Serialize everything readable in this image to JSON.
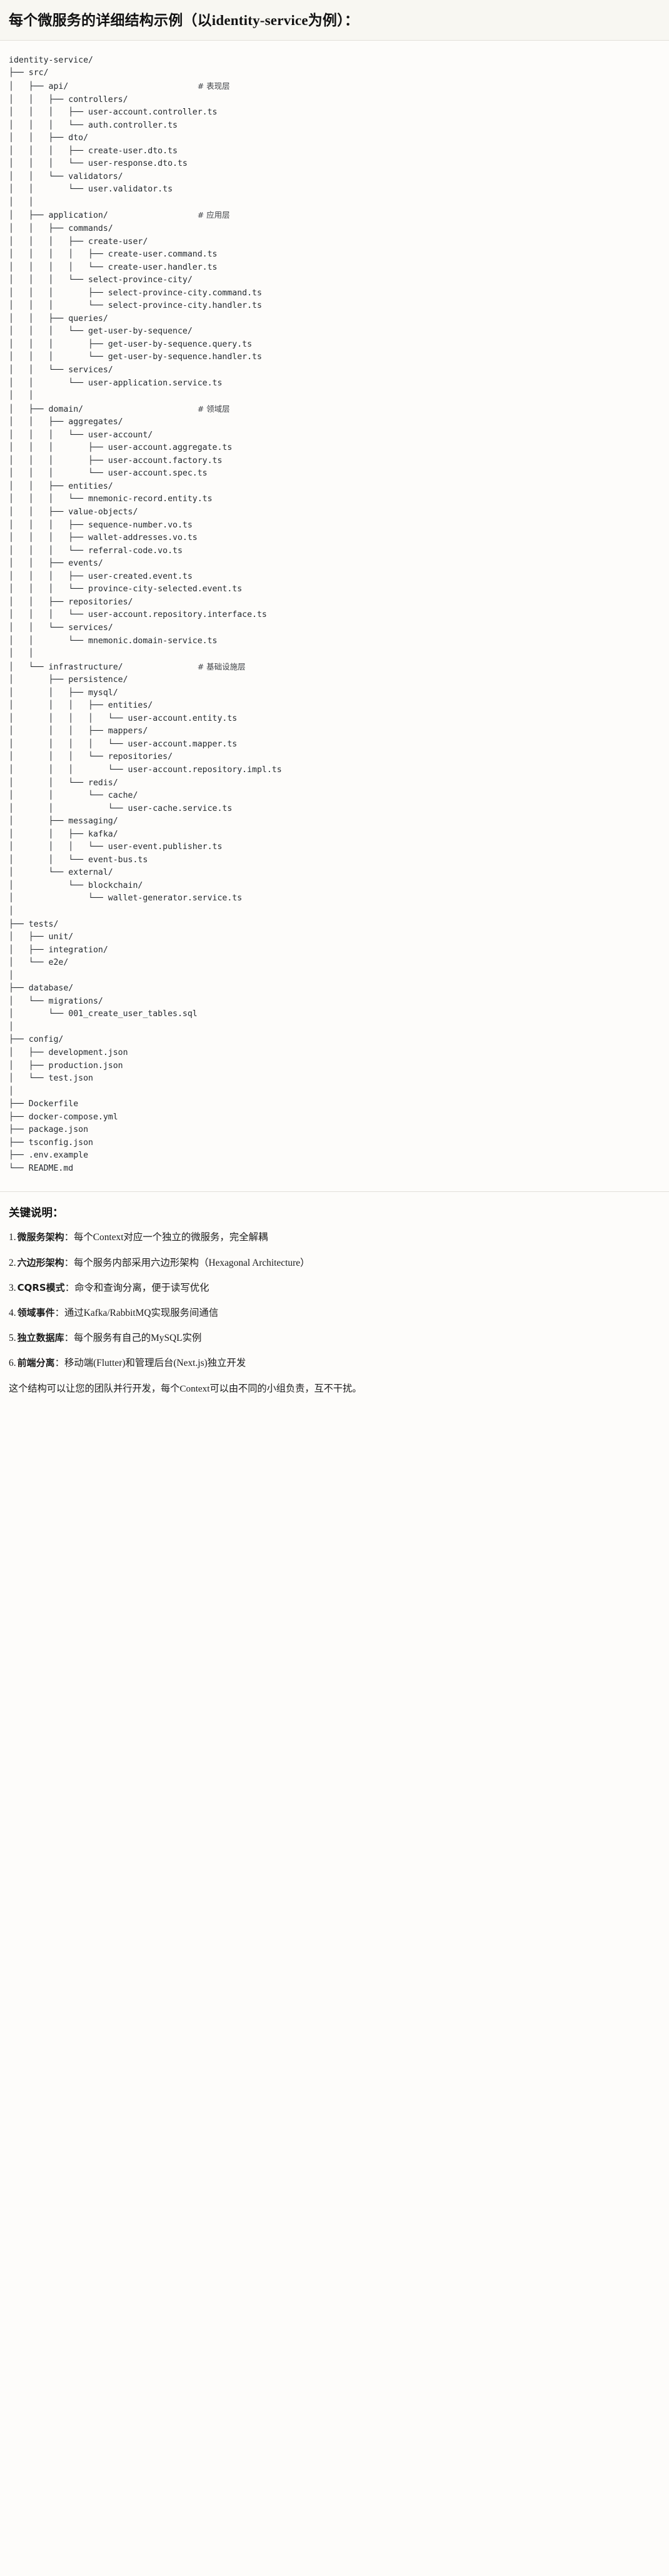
{
  "header": {
    "title": "每个微服务的详细结构示例（以identity-service为例）："
  },
  "tree": {
    "root": "identity-service/",
    "lines": [
      {
        "text": "identity-service/",
        "comment": ""
      },
      {
        "text": "├── src/",
        "comment": ""
      },
      {
        "text": "│   ├── api/",
        "comment": "# 表现层"
      },
      {
        "text": "│   │   ├── controllers/",
        "comment": ""
      },
      {
        "text": "│   │   │   ├── user-account.controller.ts",
        "comment": ""
      },
      {
        "text": "│   │   │   └── auth.controller.ts",
        "comment": ""
      },
      {
        "text": "│   │   ├── dto/",
        "comment": ""
      },
      {
        "text": "│   │   │   ├── create-user.dto.ts",
        "comment": ""
      },
      {
        "text": "│   │   │   └── user-response.dto.ts",
        "comment": ""
      },
      {
        "text": "│   │   └── validators/",
        "comment": ""
      },
      {
        "text": "│   │       └── user.validator.ts",
        "comment": ""
      },
      {
        "text": "│   │",
        "comment": ""
      },
      {
        "text": "│   ├── application/",
        "comment": "# 应用层"
      },
      {
        "text": "│   │   ├── commands/",
        "comment": ""
      },
      {
        "text": "│   │   │   ├── create-user/",
        "comment": ""
      },
      {
        "text": "│   │   │   │   ├── create-user.command.ts",
        "comment": ""
      },
      {
        "text": "│   │   │   │   └── create-user.handler.ts",
        "comment": ""
      },
      {
        "text": "│   │   │   └── select-province-city/",
        "comment": ""
      },
      {
        "text": "│   │   │       ├── select-province-city.command.ts",
        "comment": ""
      },
      {
        "text": "│   │   │       └── select-province-city.handler.ts",
        "comment": ""
      },
      {
        "text": "│   │   ├── queries/",
        "comment": ""
      },
      {
        "text": "│   │   │   └── get-user-by-sequence/",
        "comment": ""
      },
      {
        "text": "│   │   │       ├── get-user-by-sequence.query.ts",
        "comment": ""
      },
      {
        "text": "│   │   │       └── get-user-by-sequence.handler.ts",
        "comment": ""
      },
      {
        "text": "│   │   └── services/",
        "comment": ""
      },
      {
        "text": "│   │       └── user-application.service.ts",
        "comment": ""
      },
      {
        "text": "│   │",
        "comment": ""
      },
      {
        "text": "│   ├── domain/",
        "comment": "# 领域层"
      },
      {
        "text": "│   │   ├── aggregates/",
        "comment": ""
      },
      {
        "text": "│   │   │   └── user-account/",
        "comment": ""
      },
      {
        "text": "│   │   │       ├── user-account.aggregate.ts",
        "comment": ""
      },
      {
        "text": "│   │   │       ├── user-account.factory.ts",
        "comment": ""
      },
      {
        "text": "│   │   │       └── user-account.spec.ts",
        "comment": ""
      },
      {
        "text": "│   │   ├── entities/",
        "comment": ""
      },
      {
        "text": "│   │   │   └── mnemonic-record.entity.ts",
        "comment": ""
      },
      {
        "text": "│   │   ├── value-objects/",
        "comment": ""
      },
      {
        "text": "│   │   │   ├── sequence-number.vo.ts",
        "comment": ""
      },
      {
        "text": "│   │   │   ├── wallet-addresses.vo.ts",
        "comment": ""
      },
      {
        "text": "│   │   │   └── referral-code.vo.ts",
        "comment": ""
      },
      {
        "text": "│   │   ├── events/",
        "comment": ""
      },
      {
        "text": "│   │   │   ├── user-created.event.ts",
        "comment": ""
      },
      {
        "text": "│   │   │   └── province-city-selected.event.ts",
        "comment": ""
      },
      {
        "text": "│   │   ├── repositories/",
        "comment": ""
      },
      {
        "text": "│   │   │   └── user-account.repository.interface.ts",
        "comment": ""
      },
      {
        "text": "│   │   └── services/",
        "comment": ""
      },
      {
        "text": "│   │       └── mnemonic.domain-service.ts",
        "comment": ""
      },
      {
        "text": "│   │",
        "comment": ""
      },
      {
        "text": "│   └── infrastructure/",
        "comment": "# 基础设施层"
      },
      {
        "text": "│       ├── persistence/",
        "comment": ""
      },
      {
        "text": "│       │   ├── mysql/",
        "comment": ""
      },
      {
        "text": "│       │   │   ├── entities/",
        "comment": ""
      },
      {
        "text": "│       │   │   │   └── user-account.entity.ts",
        "comment": ""
      },
      {
        "text": "│       │   │   ├── mappers/",
        "comment": ""
      },
      {
        "text": "│       │   │   │   └── user-account.mapper.ts",
        "comment": ""
      },
      {
        "text": "│       │   │   └── repositories/",
        "comment": ""
      },
      {
        "text": "│       │   │       └── user-account.repository.impl.ts",
        "comment": ""
      },
      {
        "text": "│       │   └── redis/",
        "comment": ""
      },
      {
        "text": "│       │       └── cache/",
        "comment": ""
      },
      {
        "text": "│       │           └── user-cache.service.ts",
        "comment": ""
      },
      {
        "text": "│       ├── messaging/",
        "comment": ""
      },
      {
        "text": "│       │   ├── kafka/",
        "comment": ""
      },
      {
        "text": "│       │   │   └── user-event.publisher.ts",
        "comment": ""
      },
      {
        "text": "│       │   └── event-bus.ts",
        "comment": ""
      },
      {
        "text": "│       └── external/",
        "comment": ""
      },
      {
        "text": "│           └── blockchain/",
        "comment": ""
      },
      {
        "text": "│               └── wallet-generator.service.ts",
        "comment": ""
      },
      {
        "text": "│",
        "comment": ""
      },
      {
        "text": "├── tests/",
        "comment": ""
      },
      {
        "text": "│   ├── unit/",
        "comment": ""
      },
      {
        "text": "│   ├── integration/",
        "comment": ""
      },
      {
        "text": "│   └── e2e/",
        "comment": ""
      },
      {
        "text": "│",
        "comment": ""
      },
      {
        "text": "├── database/",
        "comment": ""
      },
      {
        "text": "│   └── migrations/",
        "comment": ""
      },
      {
        "text": "│       └── 001_create_user_tables.sql",
        "comment": ""
      },
      {
        "text": "│",
        "comment": ""
      },
      {
        "text": "├── config/",
        "comment": ""
      },
      {
        "text": "│   ├── development.json",
        "comment": ""
      },
      {
        "text": "│   ├── production.json",
        "comment": ""
      },
      {
        "text": "│   └── test.json",
        "comment": ""
      },
      {
        "text": "│",
        "comment": ""
      },
      {
        "text": "├── Dockerfile",
        "comment": ""
      },
      {
        "text": "├── docker-compose.yml",
        "comment": ""
      },
      {
        "text": "├── package.json",
        "comment": ""
      },
      {
        "text": "├── tsconfig.json",
        "comment": ""
      },
      {
        "text": "├── .env.example",
        "comment": ""
      },
      {
        "text": "└── README.md",
        "comment": ""
      }
    ],
    "comment_column": 38
  },
  "notes": {
    "title": "关键说明：",
    "items": [
      {
        "label": "微服务架构",
        "sep": "：",
        "detail": "每个Context对应一个独立的微服务，完全解耦"
      },
      {
        "label": "六边形架构",
        "sep": "：",
        "detail": "每个服务内部采用六边形架构（Hexagonal Architecture）"
      },
      {
        "label": "CQRS模式",
        "sep": "：",
        "detail": "命令和查询分离，便于读写优化"
      },
      {
        "label": "领域事件",
        "sep": "：",
        "detail": "通过Kafka/RabbitMQ实现服务间通信"
      },
      {
        "label": "独立数据库",
        "sep": "：",
        "detail": "每个服务有自己的MySQL实例"
      },
      {
        "label": "前端分离",
        "sep": "：",
        "detail": "移动端(Flutter)和管理后台(Next.js)独立开发"
      }
    ],
    "closing": "这个结构可以让您的团队并行开发，每个Context可以由不同的小组负责，互不干扰。"
  }
}
